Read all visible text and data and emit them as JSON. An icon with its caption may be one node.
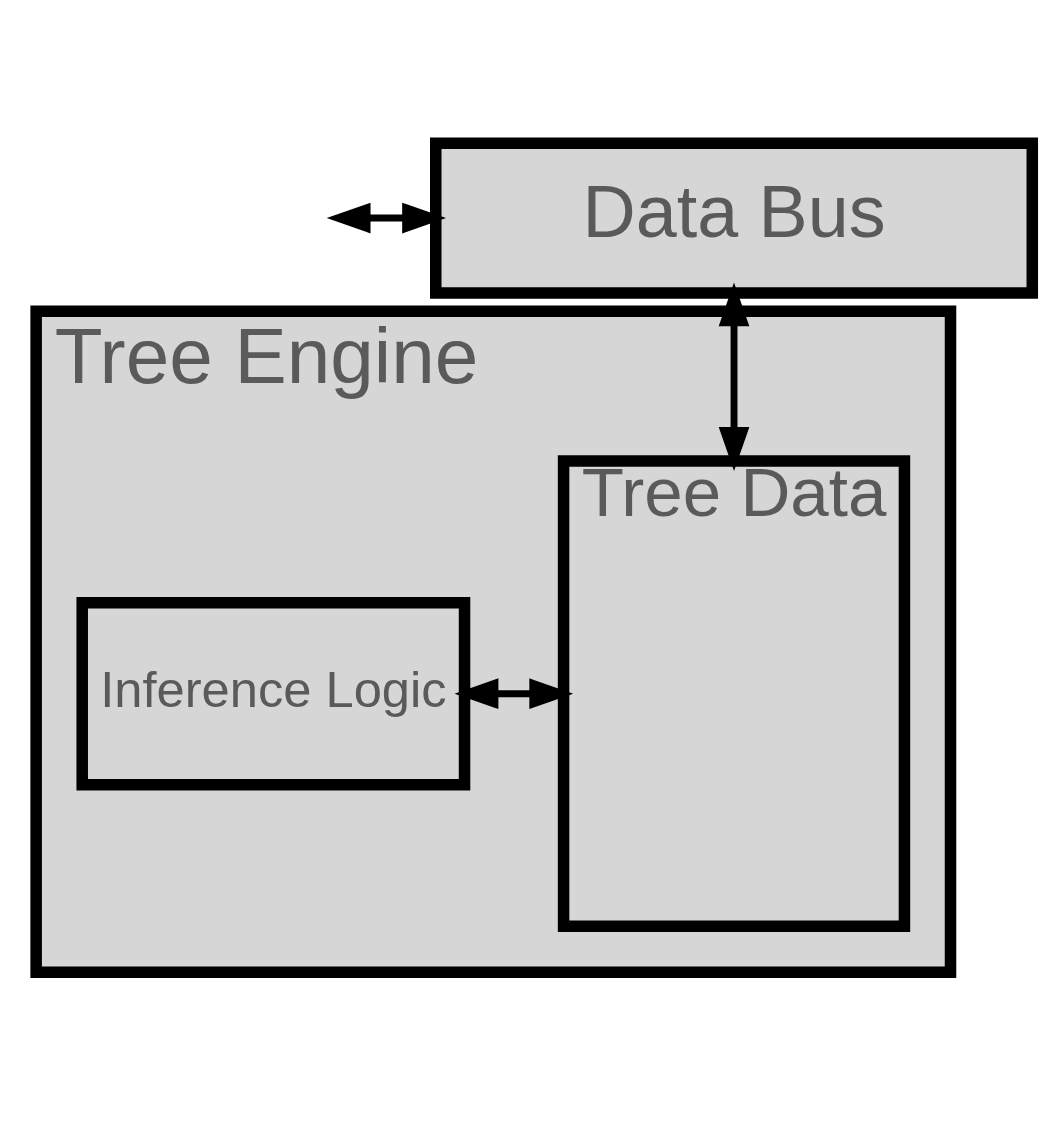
{
  "diagram": {
    "nodes": [
      {
        "text": [
          "Data Bus"
        ]
      },
      {
        "text": [
          "Tree Engine"
        ]
      },
      {
        "text": [
          "Tree Data"
        ],
        "in": 1
      },
      {
        "text": [
          "Inference Logic"
        ],
        "in": 1
      }
    ],
    "edges": [
      {
        "from": null,
        "to": 0,
        "arrow": "both"
      },
      {
        "from": 0,
        "to": 2,
        "arrow": "both"
      },
      {
        "from": 3,
        "to": 2,
        "arrow": "both"
      }
    ]
  }
}
